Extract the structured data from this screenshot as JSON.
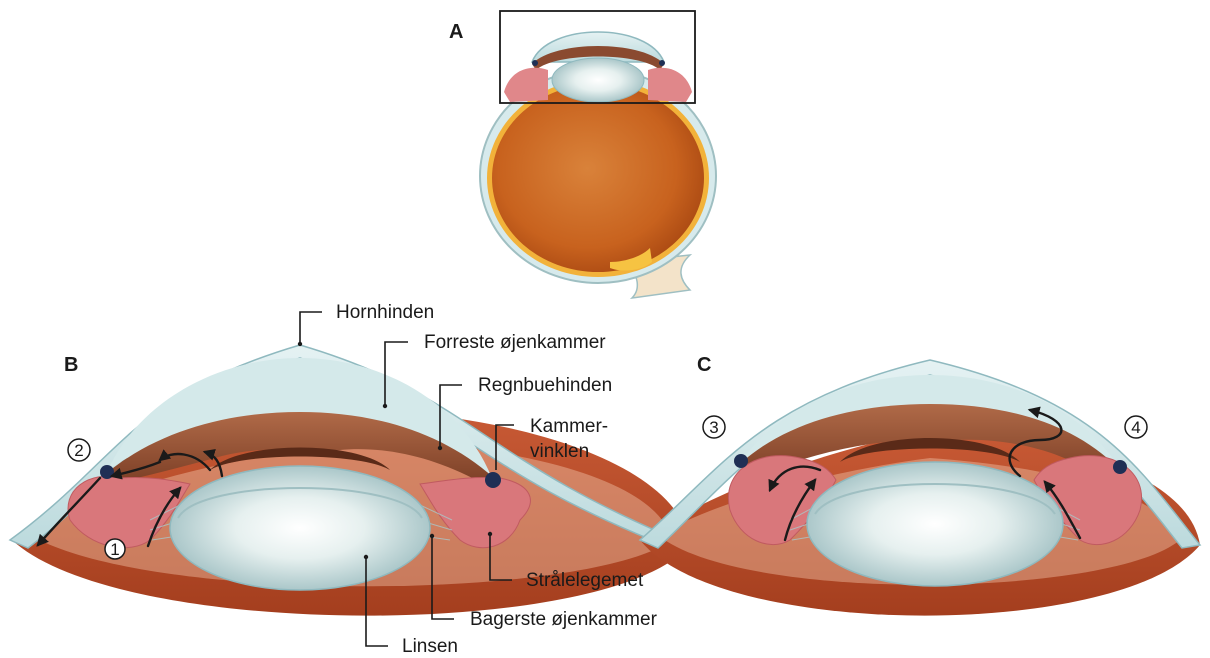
{
  "panels": {
    "a": "A",
    "b": "B",
    "c": "C"
  },
  "labels": {
    "cornea": "Hornhinden",
    "anterior_chamber": "Forreste øjenkammer",
    "iris": "Regnbuehinden",
    "chamber_angle_line1": "Kammer-",
    "chamber_angle_line2": "vinklen",
    "ciliary_body": "Strålelegemet",
    "posterior_chamber": "Bagerste øjenkammer",
    "lens": "Linsen"
  },
  "markers": {
    "m1": "1",
    "m2": "2",
    "m3": "3",
    "m4": "4"
  },
  "colors": {
    "cornea": "#cfe6e8",
    "cornea_edge": "#8fb9bf",
    "iris": "#8a4a30",
    "iris_light": "#b8704e",
    "lens": "#c9dfe0",
    "lens_core": "#ffffff",
    "ciliary": "#d9777b",
    "sclera": "#c1512f",
    "sclera_dark": "#a7401f",
    "globe": "#d9823a",
    "drain_node": "#1f2f55"
  }
}
